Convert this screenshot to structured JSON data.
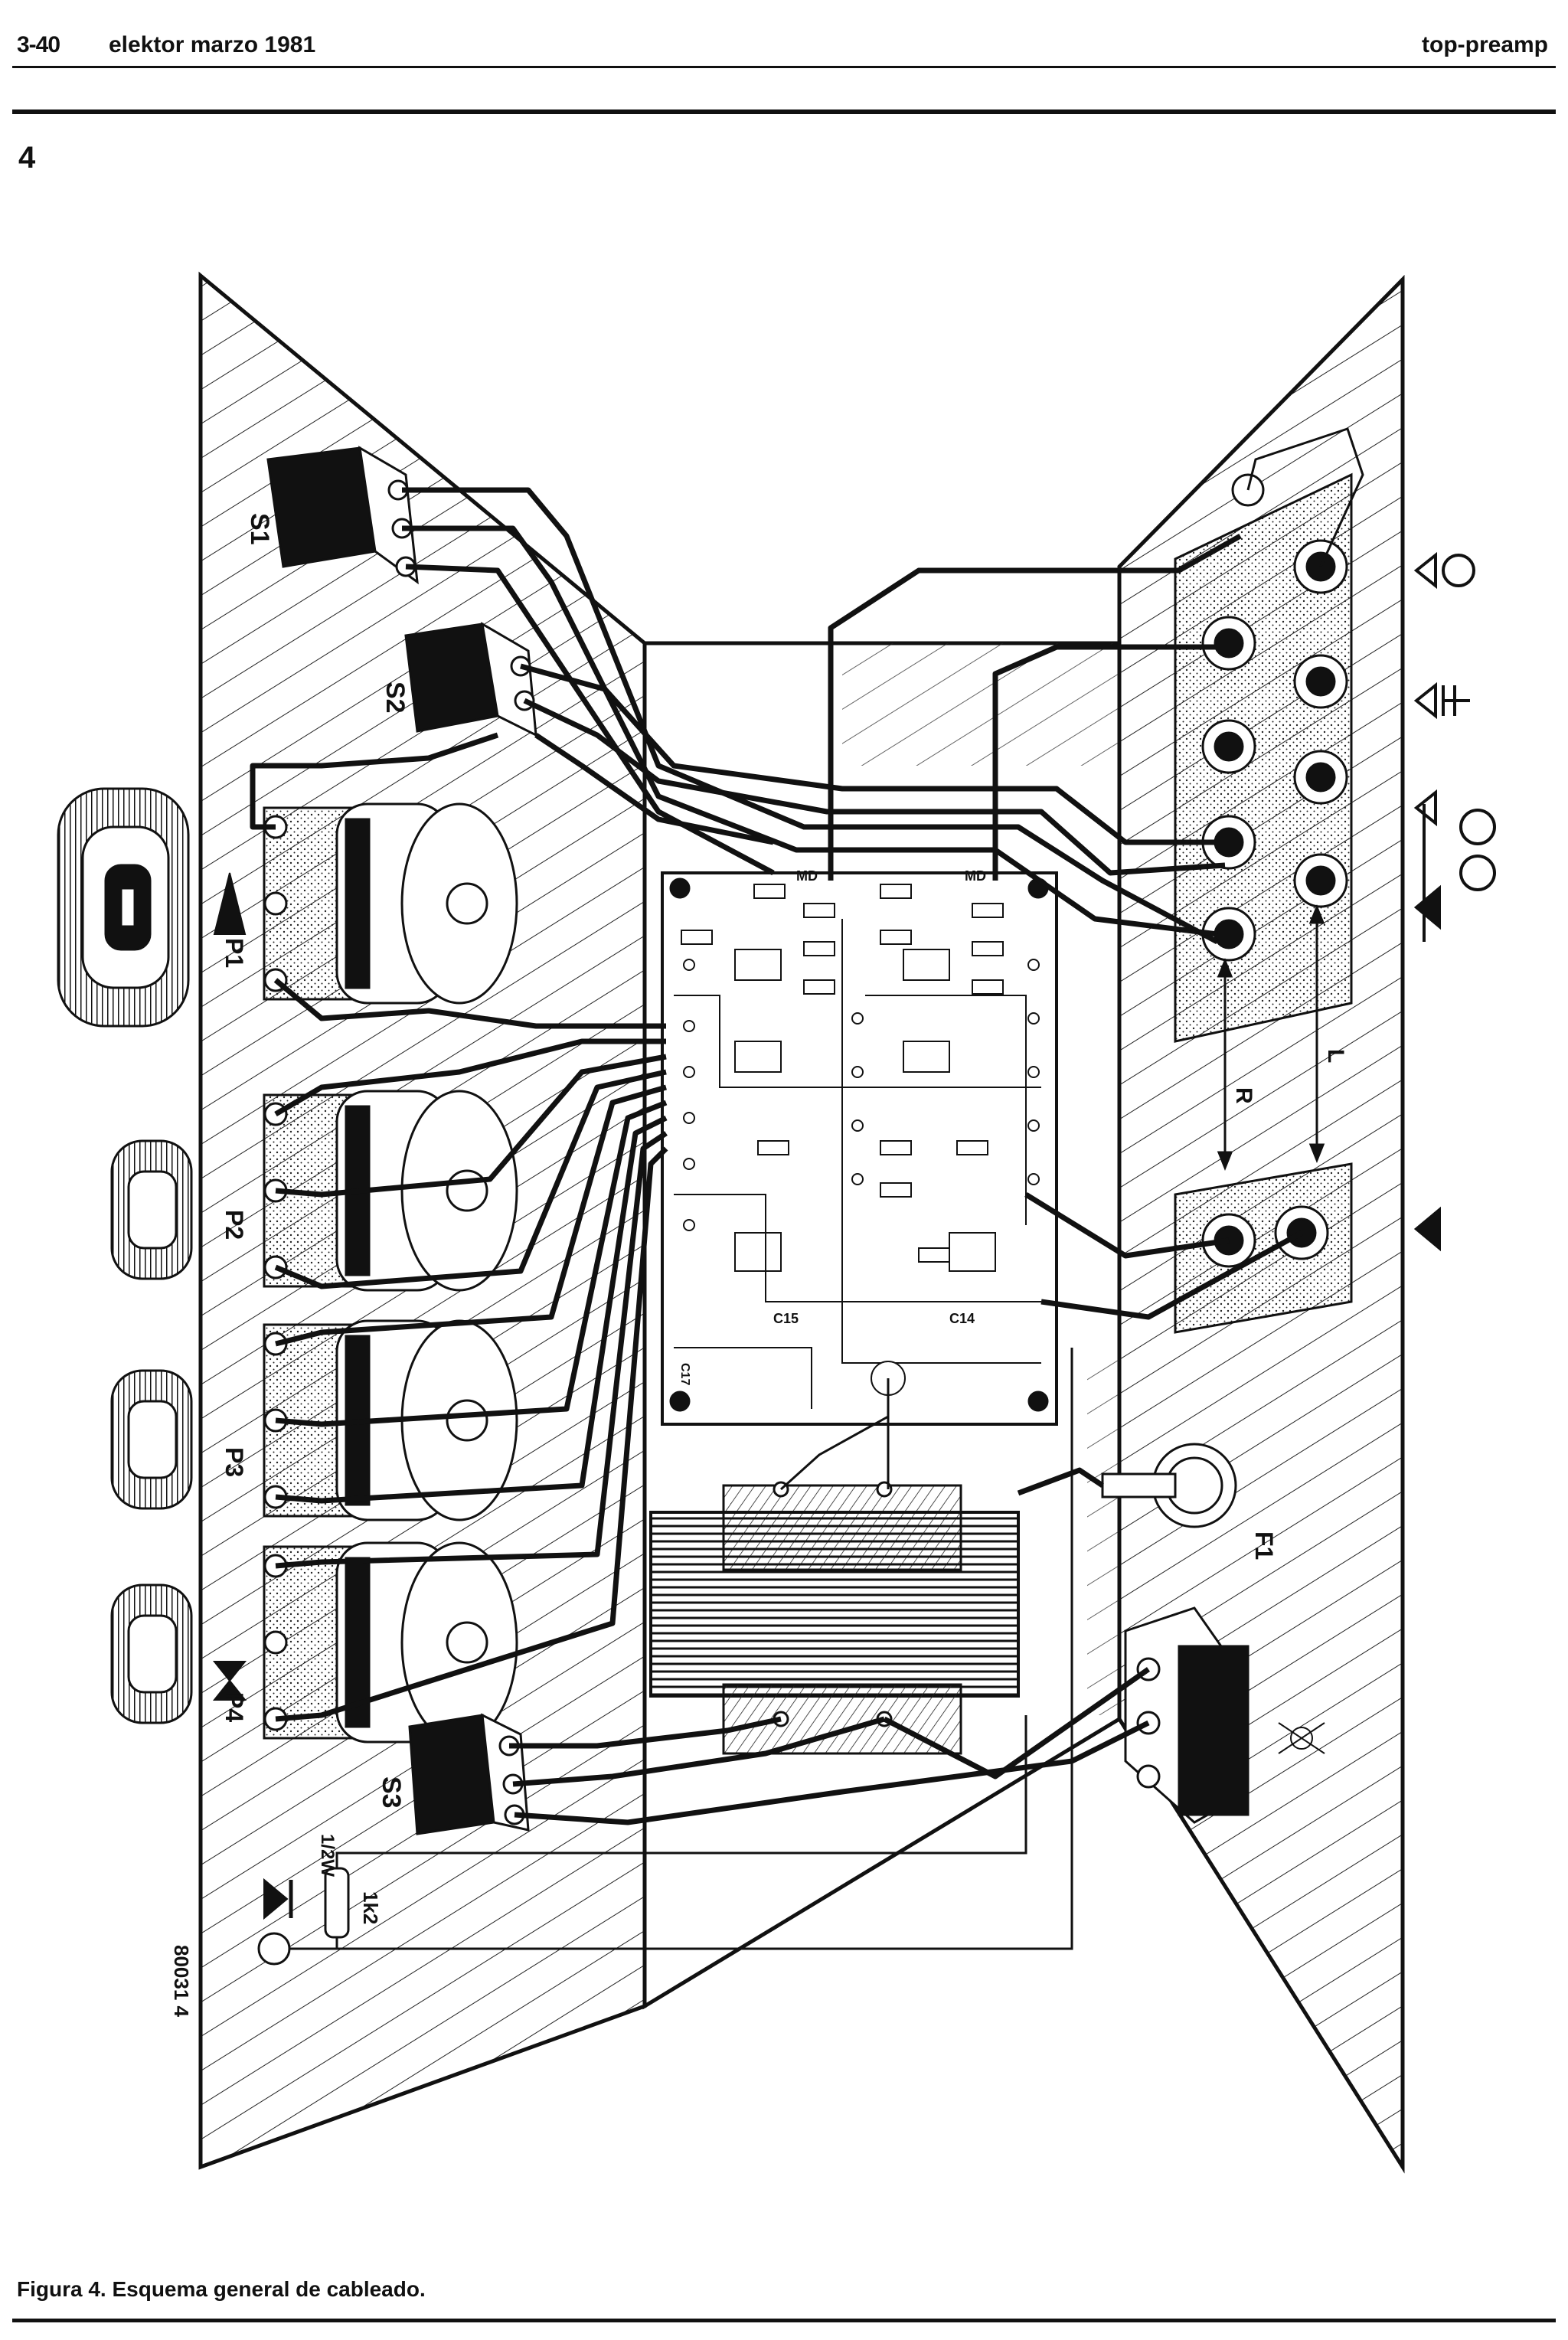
{
  "header": {
    "page_number": "3-40",
    "journal": "elektor marzo 1981",
    "section": "top-preamp"
  },
  "figure": {
    "number": "4",
    "caption": "Figura 4. Esquema general de cableado.",
    "code": "80031 4",
    "labels": {
      "s1": "S1",
      "s2": "S2",
      "s3": "S3",
      "p1": "P1",
      "p2": "P2",
      "p3": "P3",
      "p4": "P4",
      "f1": "F1",
      "r": "R",
      "l": "L",
      "resistor": "1k2",
      "wattage": "1/2W",
      "md": "MD",
      "c14": "C14",
      "c15": "C15",
      "c17": "C17"
    }
  }
}
